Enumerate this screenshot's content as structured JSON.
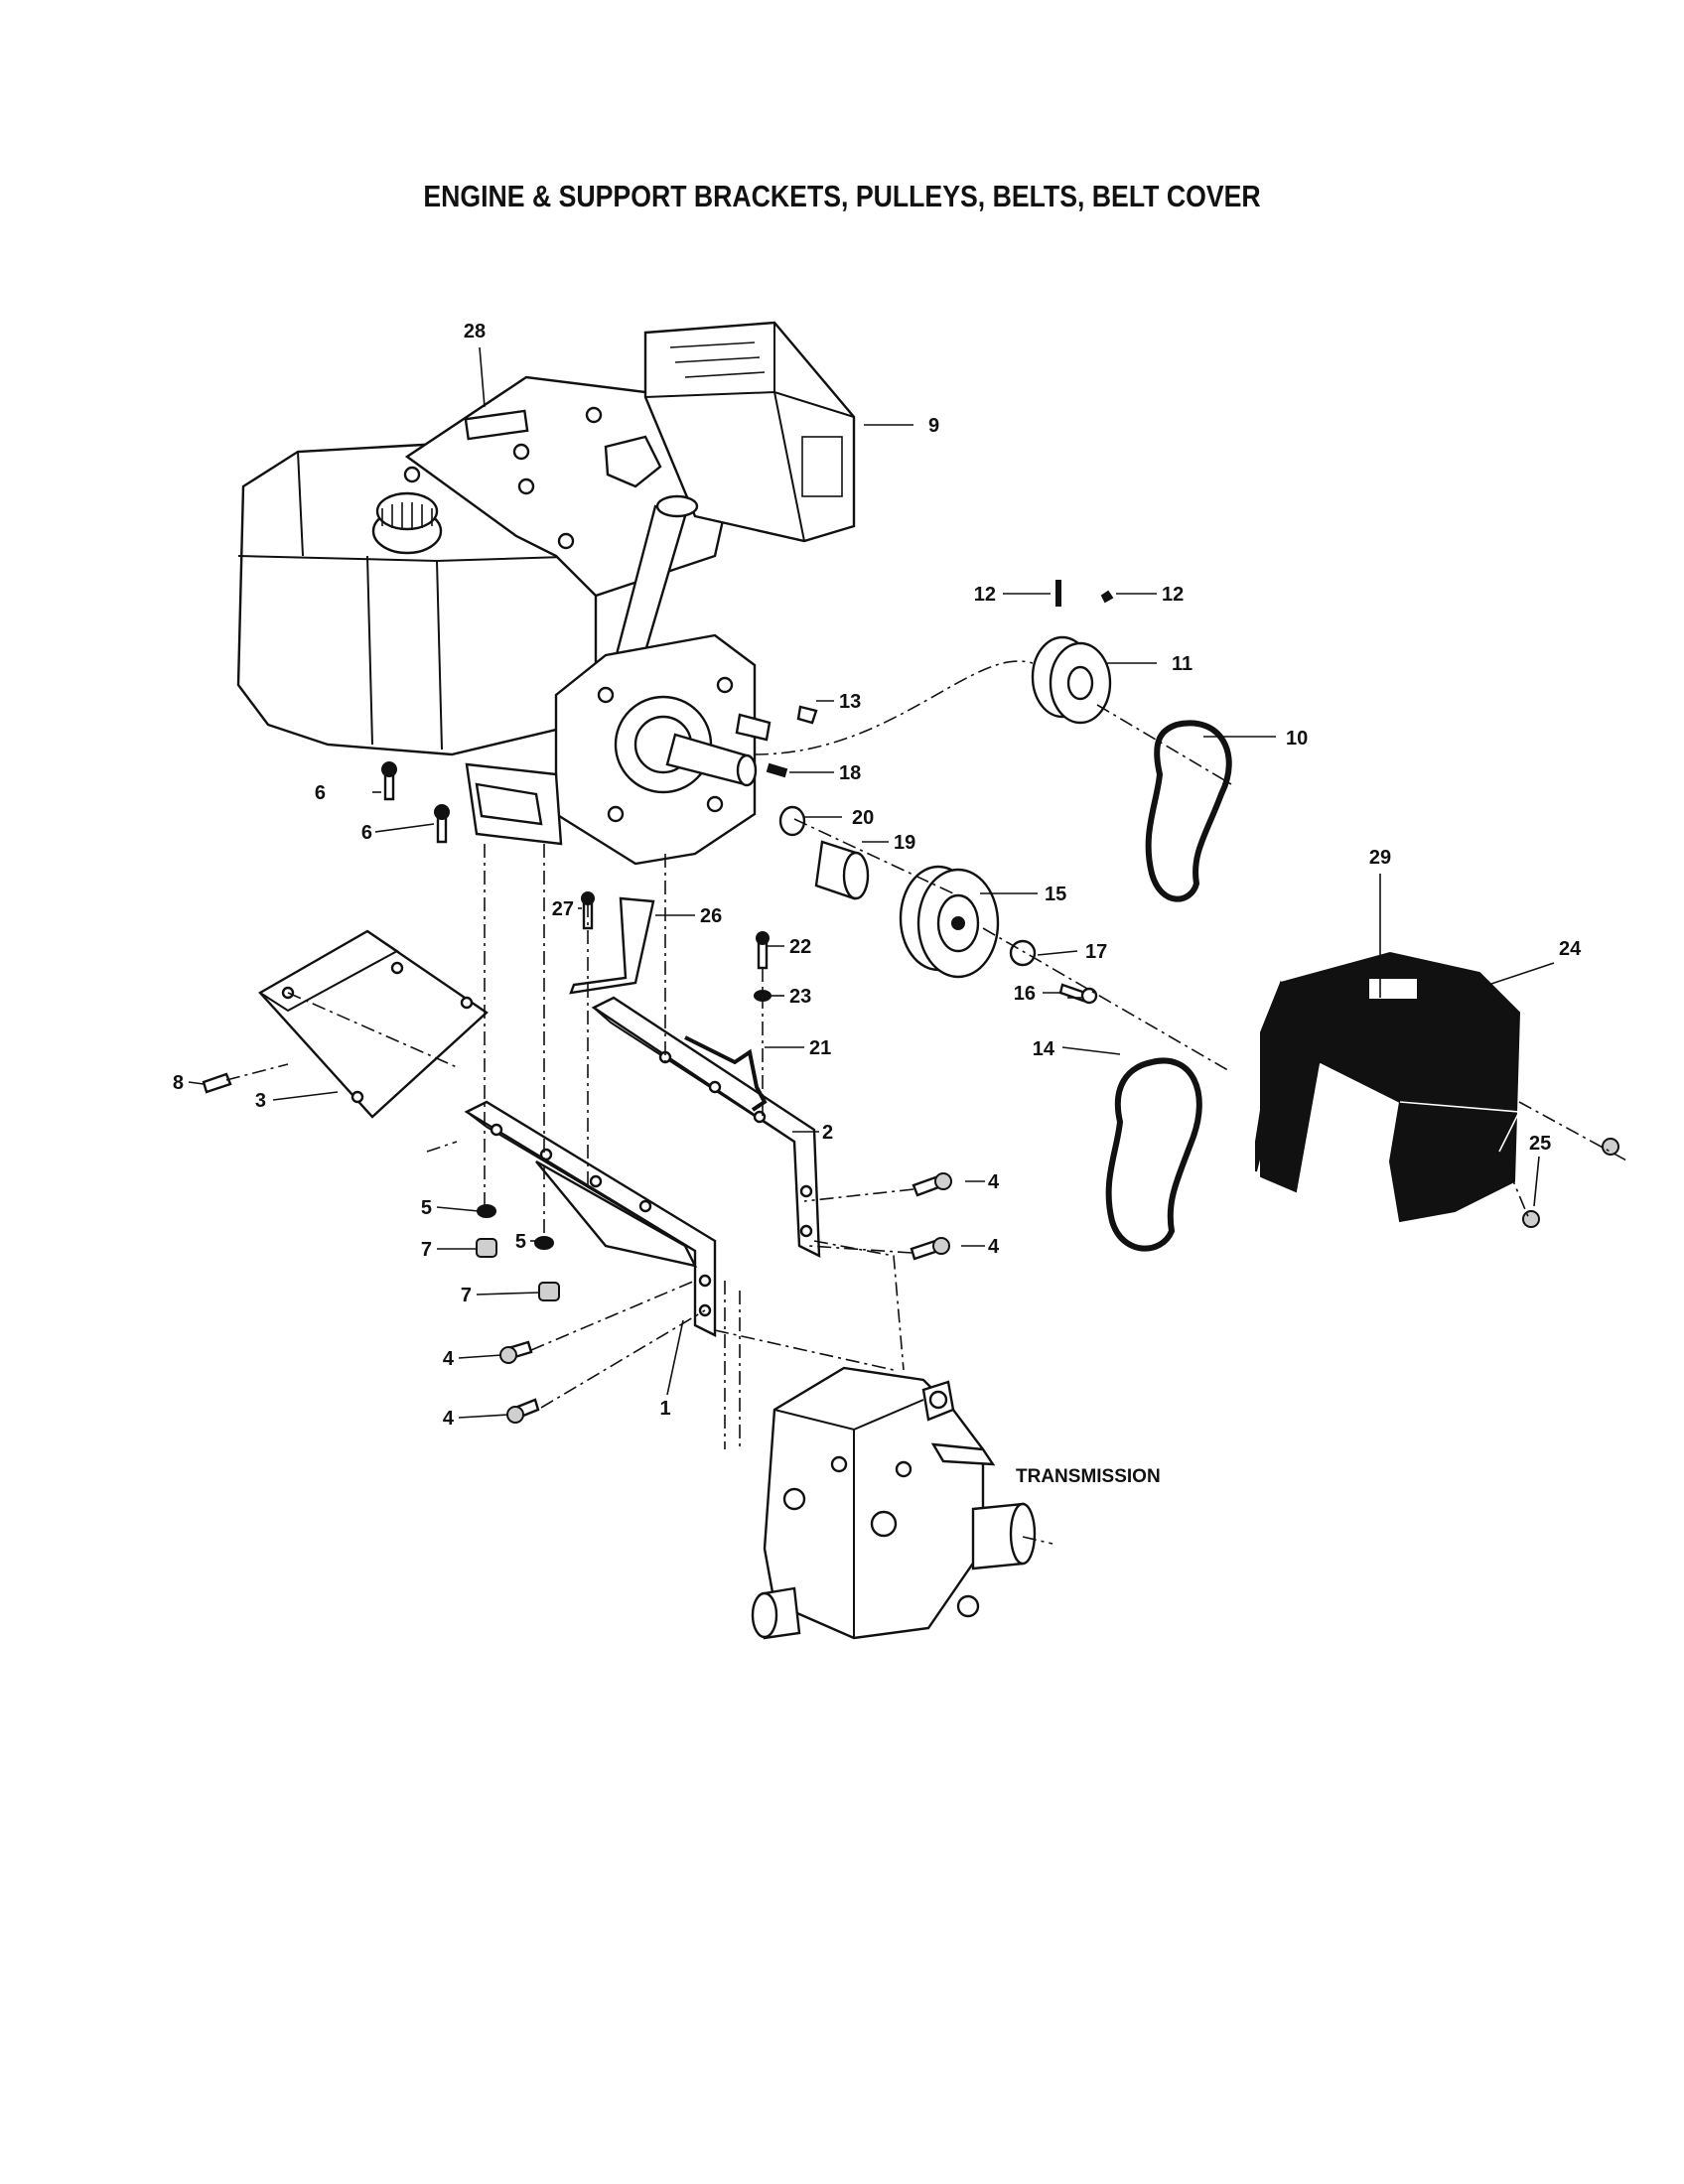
{
  "title": "ENGINE & SUPPORT BRACKETS, PULLEYS, BELTS, BELT COVER",
  "callouts": {
    "p1": "1",
    "p2": "2",
    "p3": "3",
    "p4a": "4",
    "p4b": "4",
    "p4c": "4",
    "p4d": "4",
    "p5a": "5",
    "p5b": "5",
    "p6a": "6",
    "p6b": "6",
    "p7a": "7",
    "p7b": "7",
    "p8": "8",
    "p9": "9",
    "p10": "10",
    "p11": "11",
    "p12a": "12",
    "p12b": "12",
    "p13": "13",
    "p14": "14",
    "p15": "15",
    "p16": "16",
    "p17": "17",
    "p18": "18",
    "p19": "19",
    "p20": "20",
    "p21": "21",
    "p22": "22",
    "p23": "23",
    "p24": "24",
    "p25": "25",
    "p26": "26",
    "p27": "27",
    "p28": "28",
    "p29": "29"
  },
  "assembly_label": "TRANSMISSION"
}
